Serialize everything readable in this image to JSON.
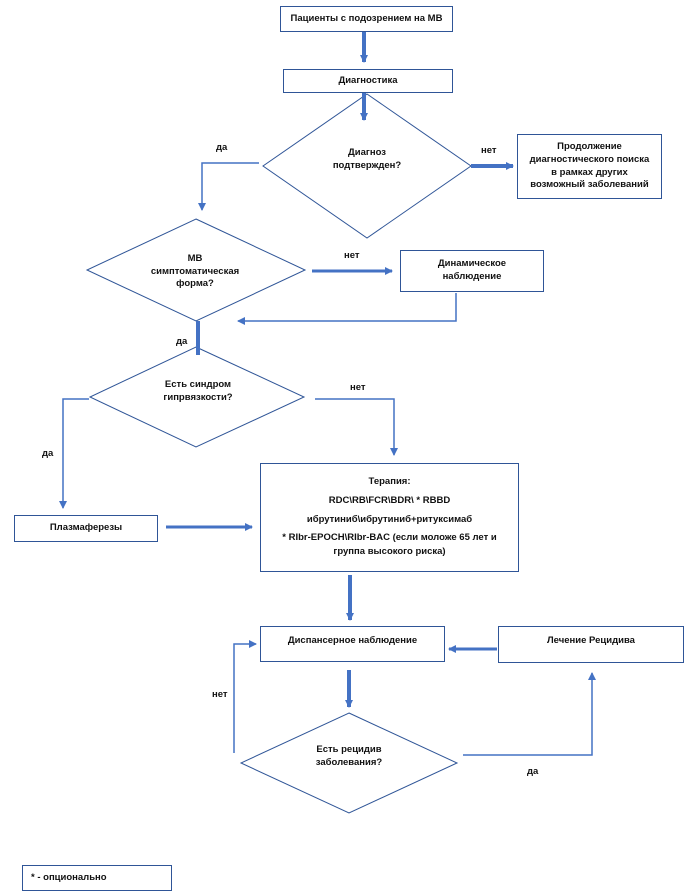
{
  "nodes": {
    "start": "Пациенты с подозрением на МВ",
    "diagnostics": "Диагностика",
    "diagnosis_confirmed": [
      "Диагноз",
      "подтвержден?"
    ],
    "continue_search": [
      "Продолжение",
      "диагностического поиска",
      "в рамках других",
      "возможный заболеваний"
    ],
    "symptomatic": [
      "МВ",
      "симптоматическая",
      "форма?"
    ],
    "dynamic_observation": [
      "Динамическое",
      "наблюдение"
    ],
    "hyperviscosity": [
      "Есть синдром",
      "гипрвязкости?"
    ],
    "plasmapheresis": "Плазмаферезы",
    "therapy": {
      "title": "Терапия:",
      "line1": "RDC\\RB\\FCR\\BDR\\ * RBBD",
      "line2": "ибрутиниб\\ибрутиниб+ритуксимаб",
      "line3": "* RIbr-EPOCH\\RIbr-BAC (если моложе 65 лет и",
      "line4": "группа высокого риска)"
    },
    "dispensary": "Диспансерное наблюдение",
    "relapse_treatment": "Лечение Рецидива",
    "relapse": [
      "Есть рецидив",
      "заболевания?"
    ],
    "legend": "*  -  опционально"
  },
  "edge_labels": {
    "yes_1": "да",
    "no_1": "нет",
    "no_2": "нет",
    "yes_2": "да",
    "no_3": "нет",
    "yes_3": "да",
    "no_4": "нет",
    "yes_4": "да"
  },
  "colors": {
    "border": "#2f5597",
    "arrow": "#4472c4"
  }
}
